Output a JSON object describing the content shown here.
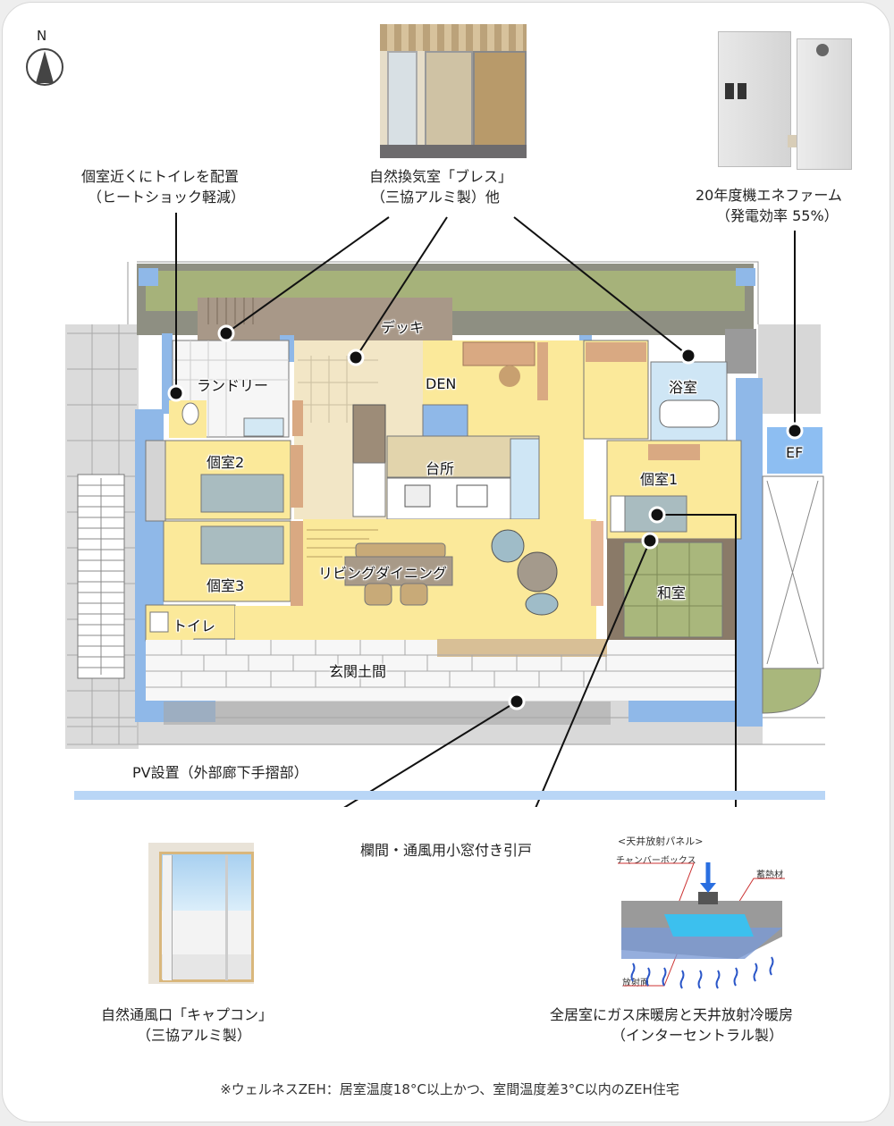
{
  "compass": {
    "label": "N",
    "icon": "north-arrow-icon"
  },
  "callouts": {
    "toilet_near_rooms": {
      "line1": "個室近くにトイレを配置",
      "line2": "（ヒートショック軽減）"
    },
    "natural_ventilation_breath": {
      "line1": "自然換気室「ブレス」",
      "line2": "（三協アルミ製）他"
    },
    "enefarm": {
      "line1": "20年度機エネファーム",
      "line2": "（発電効率 55%）"
    },
    "pv": {
      "line1": "PV設置（外部廊下手摺部）"
    },
    "transom_door": {
      "line1": "欄間・通風用小窓付き引戸"
    },
    "capcon": {
      "line1": "自然通風口「キャプコン」",
      "line2": "（三協アルミ製）"
    },
    "heating": {
      "line1": "全居室にガス床暖房と天井放射冷暖房",
      "line2": "（インターセントラル製）"
    }
  },
  "rooms": {
    "deck": "デッキ",
    "laundry": "ランドリー",
    "den": "DEN",
    "bath": "浴室",
    "ef": "EF",
    "room2": "個室2",
    "kitchen": "台所",
    "room1": "個室1",
    "room3": "個室3",
    "living_dining": "リビングダイニング",
    "japanese_room": "和室",
    "toilet": "トイレ",
    "entrance": "玄関土間"
  },
  "panel_diagram": {
    "title": "<天井放射パネル>",
    "chamber_box": "チャンバーボックス",
    "heat_storage": "蓄熱材",
    "radiant_surface": "放射面"
  },
  "footnote": "※ウェルネスZEH：居室温度18°C以上かつ、室間温度差3°C以内のZEH住宅",
  "colors": {
    "wall_blue": "#8fb8e8",
    "floor_yellow": "#fbe99a",
    "wood": "#d9a982",
    "green": "#a3b56f",
    "pv_bar": "#b9d6f6",
    "ef_box": "#8dbef2"
  }
}
